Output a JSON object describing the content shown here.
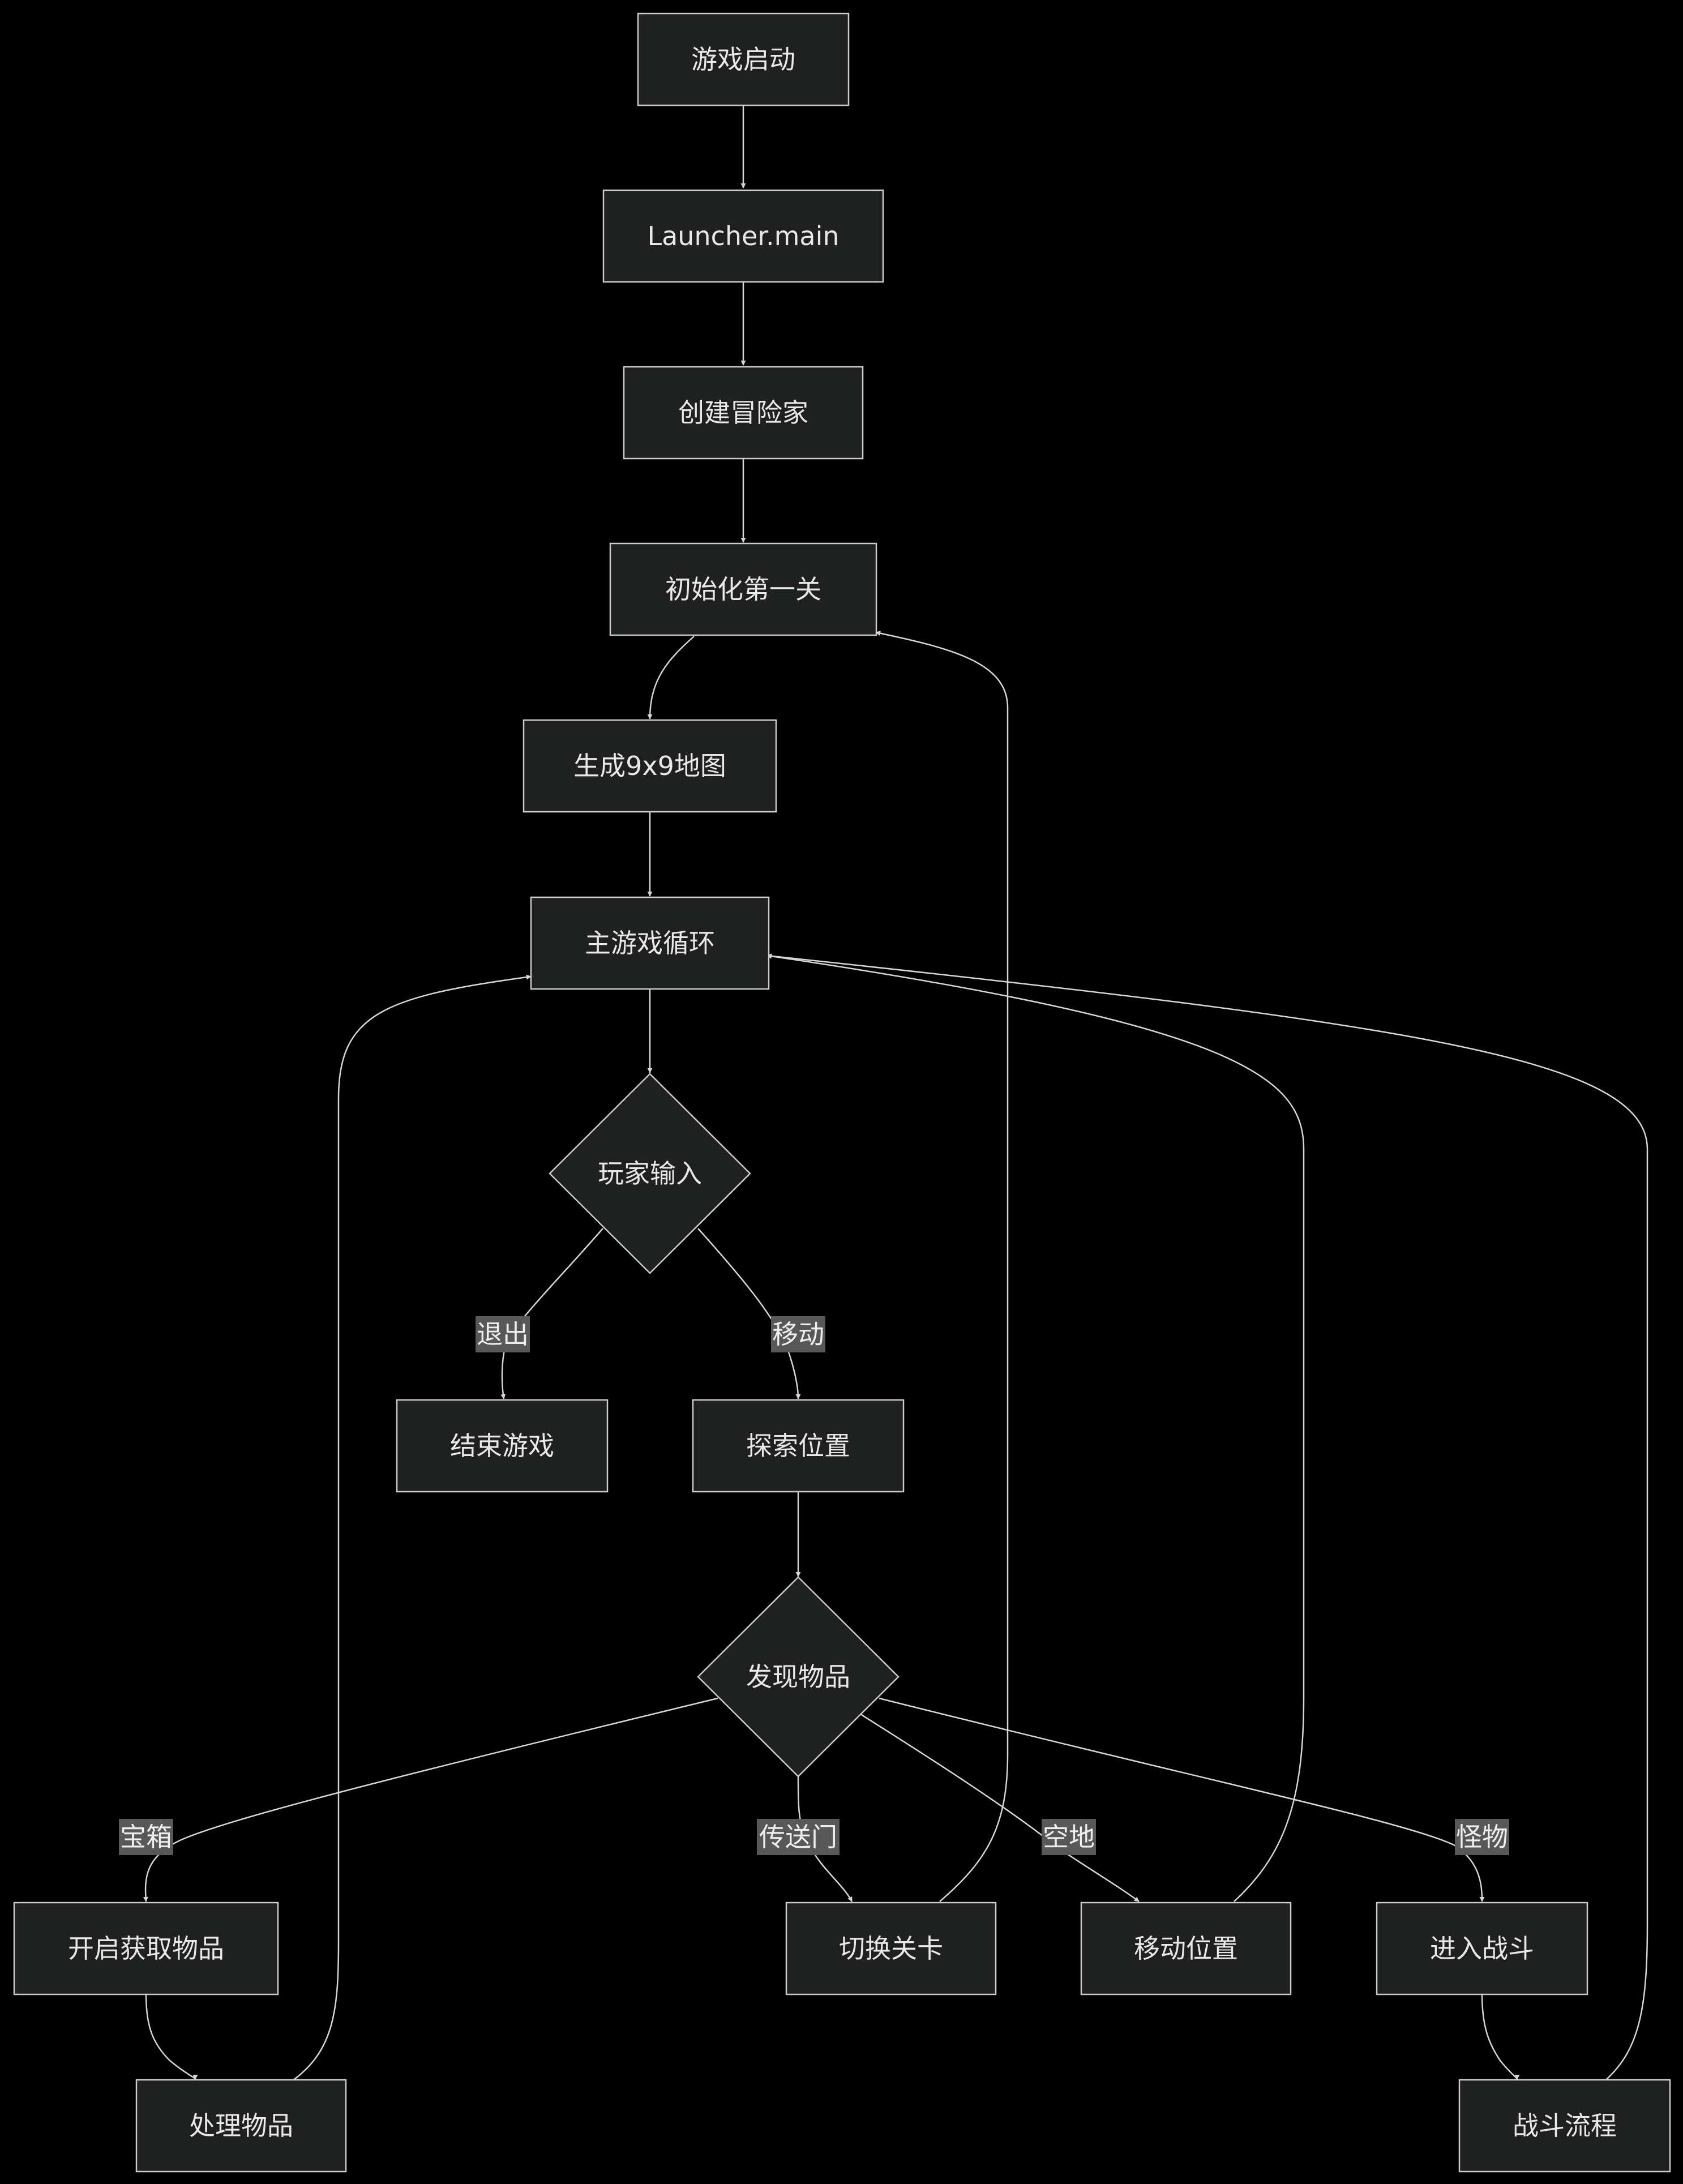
{
  "diagram": {
    "type": "flowchart",
    "colors": {
      "background": "#000000",
      "node_fill": "#1f2020",
      "node_stroke": "#cccccc",
      "edge": "#d6d6d6",
      "label_bg": "#585858",
      "text": "#e8e8e8"
    },
    "nodes": {
      "start": "游戏启动",
      "launcher": "Launcher.main",
      "create_hero": "创建冒险家",
      "init_level": "初始化第一关",
      "gen_map": "生成9x9地图",
      "main_loop": "主游戏循环",
      "player_input": "玩家输入",
      "end_game": "结束游戏",
      "explore": "探索位置",
      "find_item": "发现物品",
      "open_chest": "开启获取物品",
      "switch_level": "切换关卡",
      "move": "移动位置",
      "battle": "进入战斗",
      "handle_item": "处理物品",
      "battle_flow": "战斗流程"
    },
    "edge_labels": {
      "quit": "退出",
      "move": "移动",
      "chest": "宝箱",
      "portal": "传送门",
      "empty": "空地",
      "monster": "怪物"
    }
  }
}
